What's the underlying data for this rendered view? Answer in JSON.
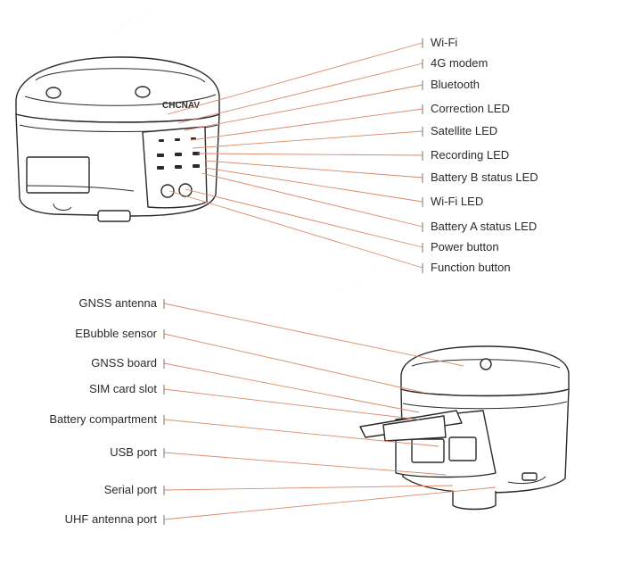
{
  "top_device": {
    "brand_text": "CHCNAV",
    "labels": [
      "Wi-Fi",
      "4G modem",
      "Bluetooth",
      "Correction LED",
      "Satellite LED",
      "Recording LED",
      "Battery B status LED",
      "Wi-Fi LED",
      "Battery A status LED",
      "Power button",
      "Function button"
    ]
  },
  "bottom_device": {
    "labels": [
      "GNSS antenna",
      "EBubble sensor",
      "GNSS board",
      "SIM card slot",
      "Battery compartment",
      "USB port",
      "Serial port",
      "UHF antenna port"
    ]
  },
  "colors": {
    "leader_line": "#d98a6a",
    "text": "#2b2b2b",
    "outline": "#2a2a2a"
  }
}
